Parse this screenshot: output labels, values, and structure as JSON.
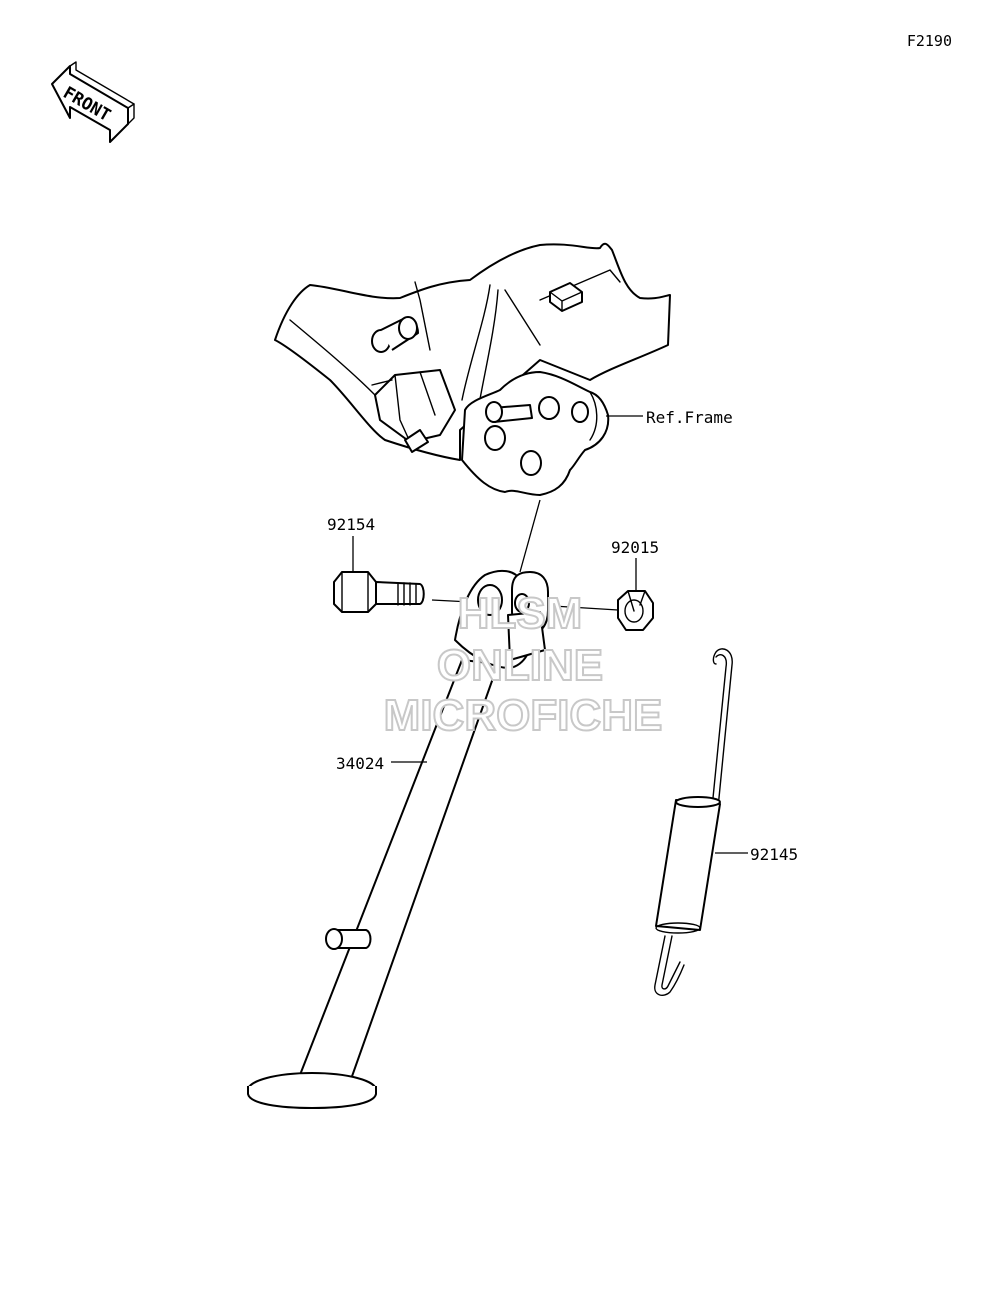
{
  "diagram": {
    "figure_code": "F2190",
    "front_label": "FRONT",
    "watermark": [
      "HLSM",
      "ONLINE",
      "MICROFICHE"
    ],
    "ref_label": "Ref.Frame",
    "parts": [
      {
        "number": "92154",
        "name": "bolt"
      },
      {
        "number": "92015",
        "name": "nut"
      },
      {
        "number": "34024",
        "name": "side-stand"
      },
      {
        "number": "92145",
        "name": "spring"
      }
    ]
  }
}
